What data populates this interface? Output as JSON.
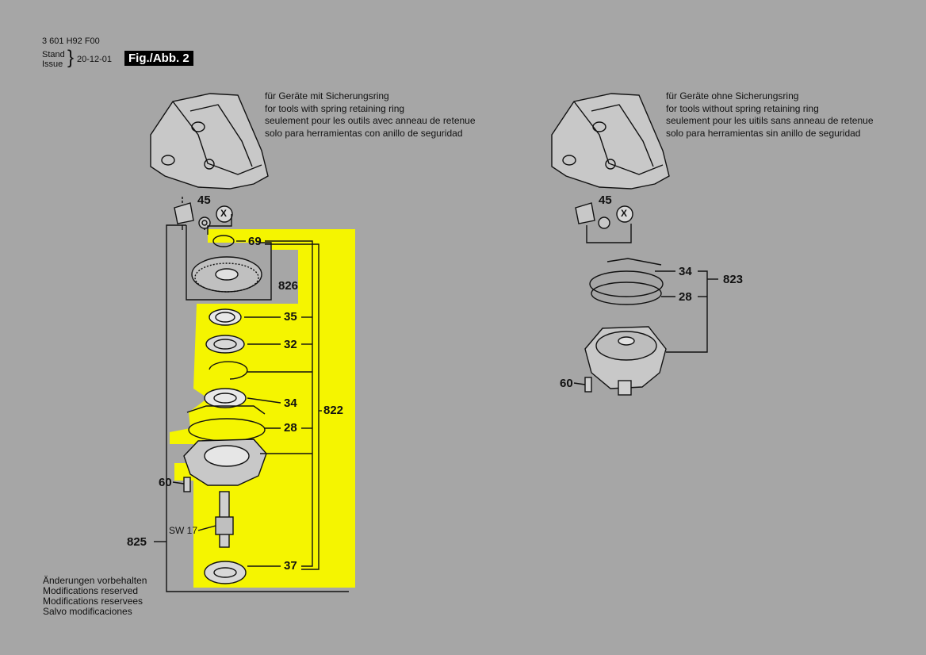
{
  "header": {
    "doc_number": "3 601 H92 F00",
    "stand": "Stand",
    "issue": "Issue",
    "date": "20-12-01",
    "figure_label": "Fig./Abb. 2"
  },
  "left_caption": {
    "line1": "für Geräte mit Sicherungsring",
    "line2": "for tools with spring retaining ring",
    "line3": "seulement pour les outils avec anneau de retenue",
    "line4": "solo para herramientas con anillo de seguridad"
  },
  "right_caption": {
    "line1": "für Geräte ohne Sicherungsring",
    "line2": "for tools without spring retaining ring",
    "line3": "seulement pour les uitils sans anneau de retenue",
    "line4": "solo para herramientas sin anillo de seguridad"
  },
  "left_parts": {
    "p45": "45",
    "px": "X",
    "p69": "69",
    "p826": "826",
    "p35": "35",
    "p32": "32",
    "p34": "34",
    "p822": "822",
    "p28": "28",
    "p60": "60",
    "sw": "SW 17",
    "p825": "825",
    "p37": "37"
  },
  "right_parts": {
    "p45": "45",
    "px": "X",
    "p34": "34",
    "p823": "823",
    "p28": "28",
    "p60": "60"
  },
  "footer": {
    "line1": "Änderungen vorbehalten",
    "line2": "Modifications reserved",
    "line3": "Modifications reservees",
    "line4": "Salvo modificaciones"
  },
  "colors": {
    "highlight": "#f5f500",
    "background": "#a6a6a6",
    "line": "#111111"
  }
}
